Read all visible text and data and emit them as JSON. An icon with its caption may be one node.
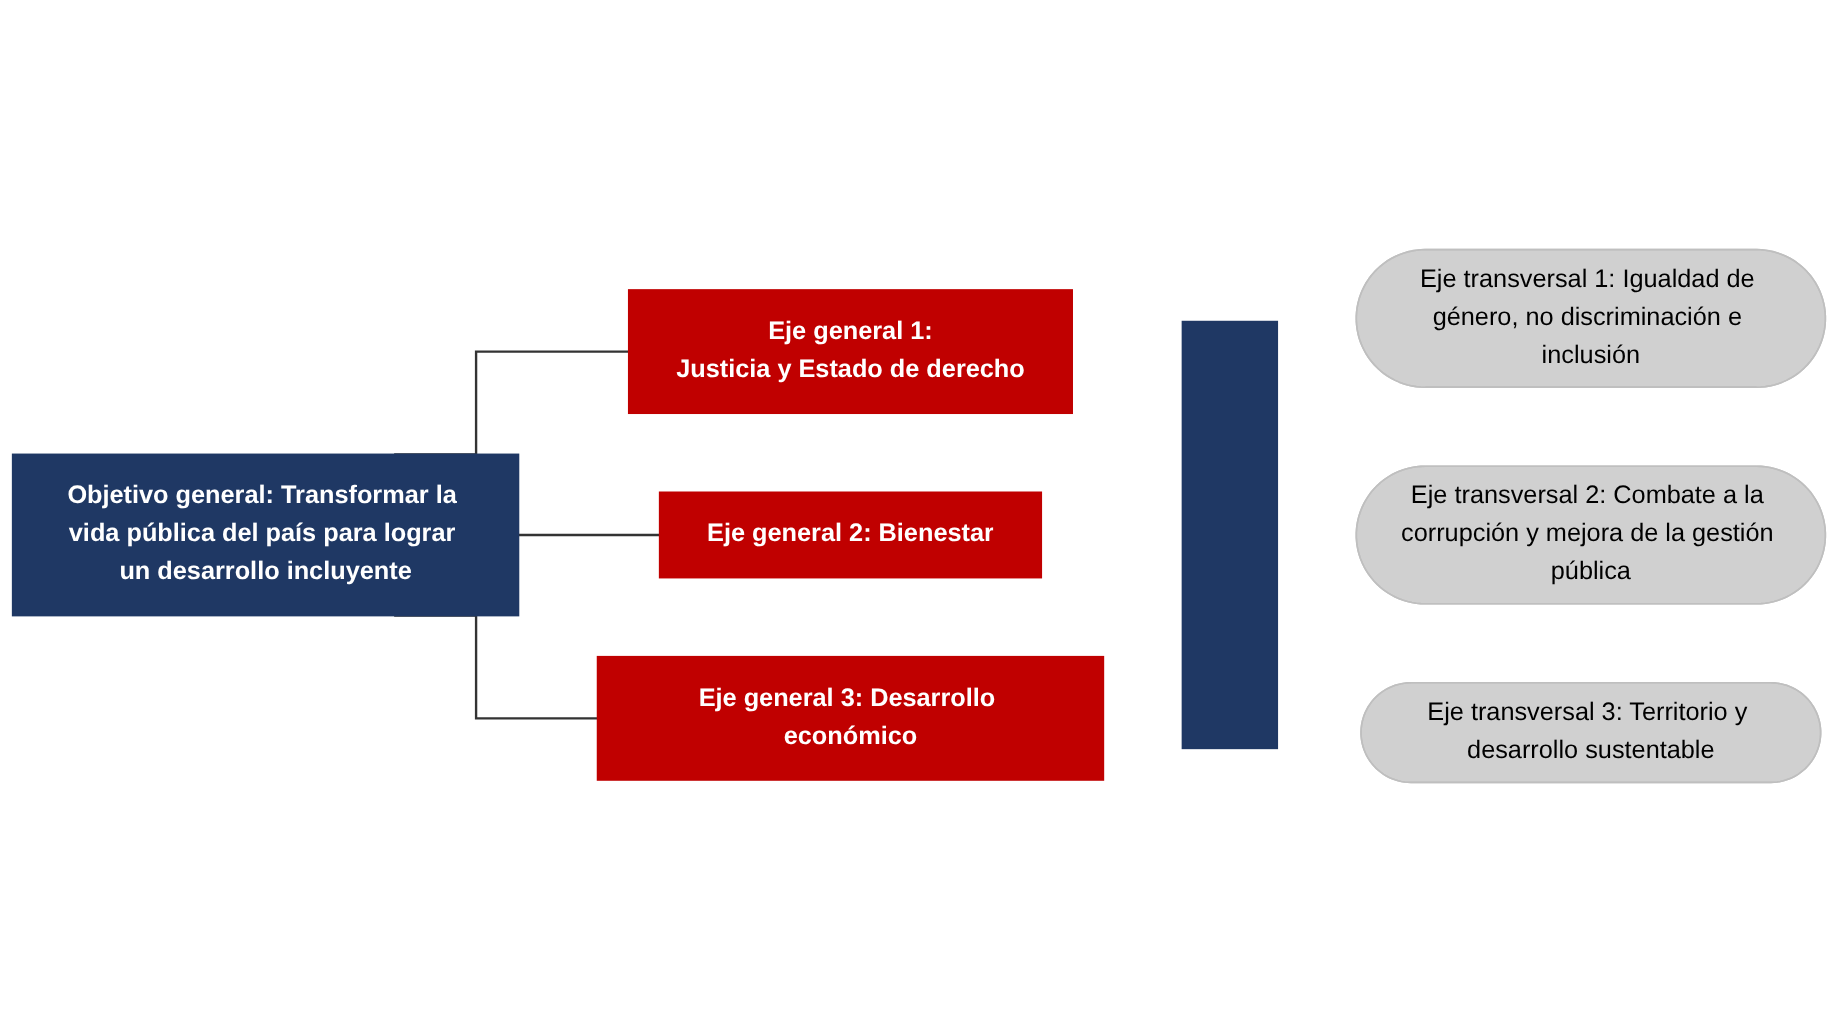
{
  "diagram": {
    "nodes": [
      {
        "text": [
          "Objetivo general: Transformar la vida pública del país para lograr un desarrollo incluyente"
        ]
      },
      {
        "text": [
          "Eje general 1:",
          "Justicia y Estado de derecho"
        ]
      },
      {
        "text": [
          "Eje general 2: Bienestar"
        ]
      },
      {
        "text": [
          "Eje general 3: Desarrollo económico"
        ]
      },
      {
        "text": [],
        "shape": "arrow"
      },
      {
        "text": [
          "Eje transversal 1: Igualdad de género, no discriminación e inclusión"
        ]
      },
      {
        "text": [
          "Eje transversal 2: Combate a la corrupción y mejora de la gestión pública"
        ]
      },
      {
        "text": [
          "Eje transversal 3: Territorio y desarrollo sustentable"
        ]
      }
    ],
    "edges": [
      {
        "from": 0,
        "to": 1,
        "arrow": "none"
      },
      {
        "from": 0,
        "to": 2,
        "arrow": "none"
      },
      {
        "from": 0,
        "to": 3,
        "arrow": "none"
      }
    ]
  }
}
